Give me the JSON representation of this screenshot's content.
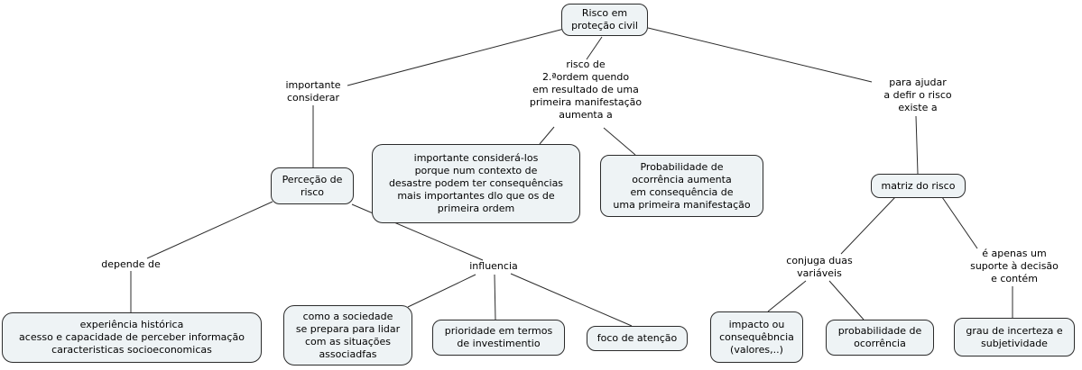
{
  "diagram": {
    "type": "concept-map",
    "title": "Risco em proteção civil",
    "colors": {
      "node_fill": "#eef3f5",
      "node_border": "#2b2b2b",
      "connector": "#2b2b2b",
      "background": "#ffffff",
      "text": "#000000"
    },
    "nodes": {
      "root": {
        "text": "Risco em\nproteção civil"
      },
      "percecao": {
        "text": "Perceção de\nrisco"
      },
      "consideralos": {
        "text": "importante considerá-los\nporque num contexto de\ndesastre podem ter consequências\nmais importantes dlo que os de\nprimeira ordem"
      },
      "prob_aumenta": {
        "text": "Probabilidade de\nocorrência aumenta\nem consequência de\numa primeira manifestação"
      },
      "matriz": {
        "text": "matriz do risco"
      },
      "experiencia": {
        "text": "experiência histórica\nacesso e capacidade de perceber informação\ncaracteristicas socioeconomicas"
      },
      "sociedade": {
        "text": "como a sociedade\nse prepara para lidar\ncom as situações\nassociadfas"
      },
      "prioridade": {
        "text": "prioridade em termos\nde investimentio"
      },
      "foco": {
        "text": "foco de atenção"
      },
      "impacto": {
        "text": "impacto ou\nconsequêbncia\n(valores,..)"
      },
      "prob_ocorrencia": {
        "text": "probabilidade de\nocorrência"
      },
      "grau": {
        "text": "grau de incerteza e\nsubjetividade"
      }
    },
    "linking_phrases": {
      "importante_considerar": {
        "text": "importante\nconsiderar"
      },
      "risco_segunda_ordem": {
        "text": "risco de\n2.ªordem quendo\nem resultado de uma\nprimeira manifestação\naumenta a"
      },
      "para_ajudar": {
        "text": "para ajudar\na defir o risco\nexiste a"
      },
      "depende_de": {
        "text": "depende de"
      },
      "influencia": {
        "text": "influencia"
      },
      "conjuga": {
        "text": "conjuga duas\nvariáveis"
      },
      "apenas_suporte": {
        "text": "é apenas um\nsuporte à decisão\ne contém"
      }
    },
    "edges": [
      {
        "from": "root",
        "to": "importante_considerar"
      },
      {
        "from": "importante_considerar",
        "to": "percecao"
      },
      {
        "from": "root",
        "to": "risco_segunda_ordem"
      },
      {
        "from": "risco_segunda_ordem",
        "to": "consideralos"
      },
      {
        "from": "risco_segunda_ordem",
        "to": "prob_aumenta"
      },
      {
        "from": "root",
        "to": "para_ajudar"
      },
      {
        "from": "para_ajudar",
        "to": "matriz"
      },
      {
        "from": "percecao",
        "to": "depende_de"
      },
      {
        "from": "depende_de",
        "to": "experiencia"
      },
      {
        "from": "percecao",
        "to": "influencia"
      },
      {
        "from": "influencia",
        "to": "sociedade"
      },
      {
        "from": "influencia",
        "to": "prioridade"
      },
      {
        "from": "influencia",
        "to": "foco"
      },
      {
        "from": "matriz",
        "to": "conjuga"
      },
      {
        "from": "conjuga",
        "to": "impacto"
      },
      {
        "from": "conjuga",
        "to": "prob_ocorrencia"
      },
      {
        "from": "matriz",
        "to": "apenas_suporte"
      },
      {
        "from": "apenas_suporte",
        "to": "grau"
      }
    ]
  }
}
